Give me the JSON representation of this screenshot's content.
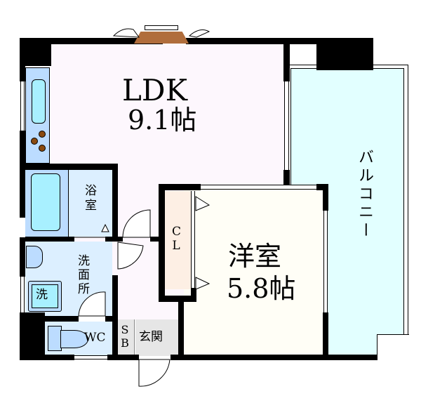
{
  "plan": {
    "title": "Floor plan 1LDK",
    "colors": {
      "wall": "#000000",
      "ldk": "#fdf7fd",
      "western": "#fffef6",
      "balcony": "#e2ffff",
      "wet": "#dcefff",
      "fixture": "#bcdcff",
      "tub": "#a8f0ff",
      "closet": "#fdefe4",
      "entrance": "#e6e6e6",
      "bay": "#b06d3c",
      "burner": "#8a4a10"
    }
  },
  "rooms": {
    "ldk": {
      "name": "LDK",
      "size": "9.1帖"
    },
    "western": {
      "name": "洋室",
      "size": "5.8帖"
    },
    "balcony": {
      "name": "バルコニー"
    },
    "bath": {
      "name": "浴室"
    },
    "washroom": {
      "name": "洗面所"
    },
    "washer": {
      "name": "洗"
    },
    "wc": {
      "name": "WC"
    },
    "closet": {
      "name": "CL"
    },
    "shoebox": {
      "name": "SB"
    },
    "entrance": {
      "name": "玄関"
    }
  }
}
